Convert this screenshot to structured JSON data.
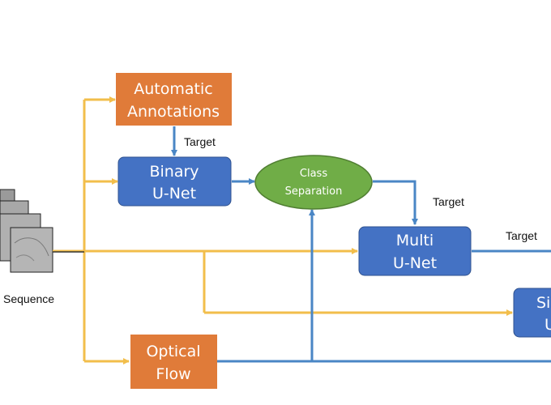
{
  "nodes": {
    "automatic_annotations": {
      "line1": "Automatic",
      "line2": "Annotations"
    },
    "binary_unet": {
      "line1": "Binary",
      "line2": "U-Net"
    },
    "class_separation": {
      "line1": "Class",
      "line2": "Separation"
    },
    "multi_unet": {
      "line1": "Multi",
      "line2": "U-Net"
    },
    "siamese_unet": {
      "line1": "Sia",
      "line2": "U"
    },
    "optical_flow": {
      "line1": "Optical",
      "line2": "Flow"
    }
  },
  "labels": {
    "target_binary": "Target",
    "target_multi": "Target",
    "target_siamese": "Target",
    "sequence": "Sequence"
  },
  "colors": {
    "orange_box": "#E07B39",
    "blue_box": "#4472C4",
    "green_ellipse": "#70AD47",
    "yellow_arrow": "#F2BE4B",
    "blue_arrow": "#4A86C5"
  }
}
